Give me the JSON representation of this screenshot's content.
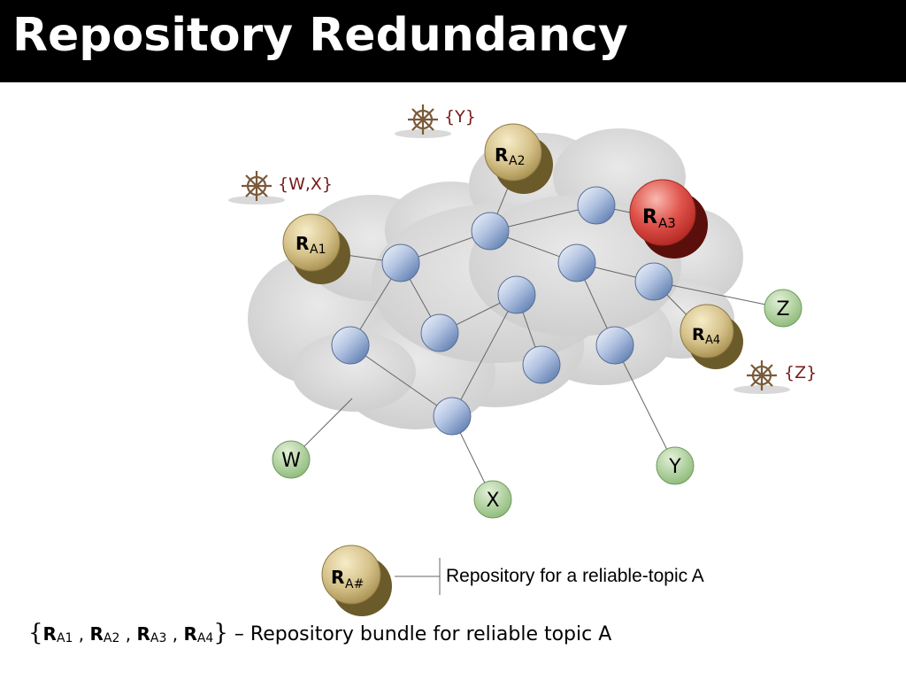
{
  "title": "Repository Redundancy",
  "repositories": [
    {
      "id": "A1",
      "letter": "R",
      "sub": "A1",
      "color": "tan"
    },
    {
      "id": "A2",
      "letter": "R",
      "sub": "A2",
      "color": "tan"
    },
    {
      "id": "A3",
      "letter": "R",
      "sub": "A3",
      "color": "red"
    },
    {
      "id": "A4",
      "letter": "R",
      "sub": "A4",
      "color": "tan"
    }
  ],
  "subscribers": [
    "W",
    "X",
    "Y",
    "Z"
  ],
  "helm_labels": [
    "{Y}",
    "{W,X}",
    "{Z}"
  ],
  "legend": {
    "symbol_letter": "R",
    "symbol_sub": "A#",
    "text": "Repository for a reliable-topic A"
  },
  "bundle": {
    "open": "{",
    "items": [
      {
        "letter": "R",
        "sub": "A1"
      },
      {
        "letter": "R",
        "sub": "A2"
      },
      {
        "letter": "R",
        "sub": "A3"
      },
      {
        "letter": "R",
        "sub": "A4"
      }
    ],
    "close": "}",
    "dash": "–",
    "text": "Repository bundle for reliable topic A"
  },
  "colors": {
    "title_bg": "#000000",
    "title_fg": "#ffffff",
    "repo_tan": "#c9b277",
    "repo_red": "#d93b3b",
    "subscriber_green": "#a9cf98",
    "helm_label": "#7a1a1a",
    "node_blue": "#8ea6cf"
  }
}
